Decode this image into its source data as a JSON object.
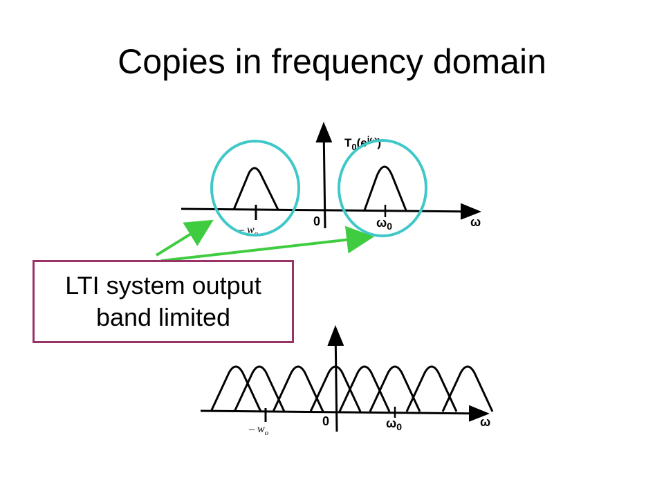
{
  "slide": {
    "title": "Copies in frequency domain"
  },
  "callout": {
    "line1": "LTI system output",
    "line2": "band limited"
  },
  "top_plot": {
    "function_label": "T",
    "function_sub": "0",
    "function_arg": "(e",
    "function_sup": "jω",
    "function_close": ")",
    "origin_label": "0",
    "w0_label": "ω",
    "w0_sub": "0",
    "axis_label": "ω",
    "neg_w0_label": "– w",
    "neg_w0_sub": "o"
  },
  "bottom_plot": {
    "origin_label": "0",
    "w0_label": "ω",
    "w0_sub": "0",
    "axis_label": "ω",
    "neg_w0_label": "– w",
    "neg_w0_sub": "o"
  },
  "colors": {
    "circle": "#40c8c8",
    "arrow": "#40cc40",
    "callout_border": "#993366"
  }
}
